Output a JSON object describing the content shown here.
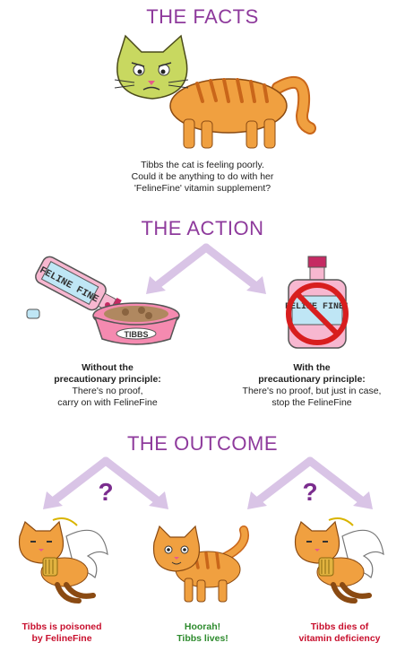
{
  "colors": {
    "heading": "#8e3a9c",
    "arrow": "#d9c4e6",
    "question": "#7b2d8e",
    "cat_orange": "#f0a040",
    "cat_stripe": "#c9661a",
    "sick_face": "#c8d860",
    "outcome_bad": "#c8102e",
    "outcome_good": "#2e8b2e"
  },
  "sections": {
    "facts": {
      "title": "THE FACTS",
      "caption_lines": [
        "Tibbs the cat is feeling poorly.",
        "Could it be anything to do with her",
        "'FelineFine' vitamin supplement?"
      ]
    },
    "action": {
      "title": "THE ACTION",
      "left": {
        "bold_lines": [
          "Without the",
          "precautionary principle:"
        ],
        "lines": [
          "There's no proof,",
          "carry on with FelineFine"
        ],
        "bottle_label": "FELINE FINE",
        "bowl_label": "TIBBS"
      },
      "right": {
        "bold_lines": [
          "With the",
          "precautionary principle:"
        ],
        "lines": [
          "There's no proof, but just in case,",
          "stop the FelineFine"
        ],
        "bottle_label": "FELINE FINE!"
      }
    },
    "outcome": {
      "title": "THE OUTCOME",
      "question_mark": "?",
      "left": {
        "lines": [
          "Tibbs is poisoned",
          "by FelineFine"
        ]
      },
      "middle": {
        "lines": [
          "Hoorah!",
          "Tibbs lives!"
        ]
      },
      "right": {
        "lines": [
          "Tibbs dies of",
          "vitamin deficiency"
        ]
      }
    }
  }
}
